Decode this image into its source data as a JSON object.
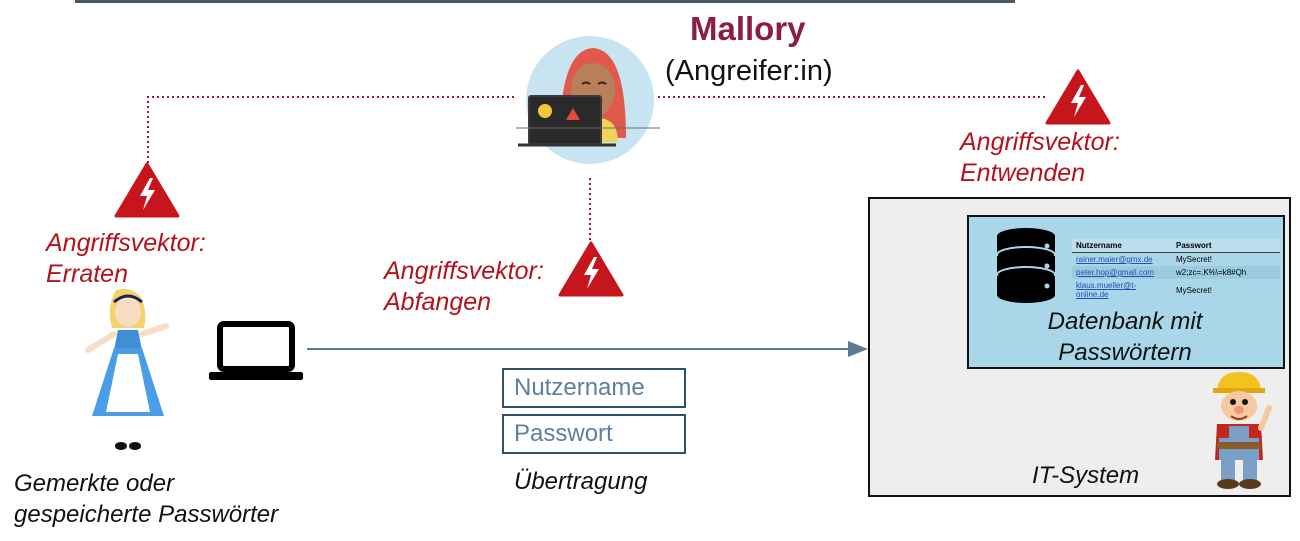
{
  "attacker": {
    "name": "Mallory",
    "role": "(Angreifer:in)"
  },
  "vectors": {
    "guess": {
      "line1": "Angriffsvektor:",
      "line2": "Erraten"
    },
    "intercept": {
      "line1": "Angriffsvektor:",
      "line2": "Abfangen"
    },
    "steal": {
      "line1": "Angriffsvektor:",
      "line2": "Entwenden"
    }
  },
  "user": {
    "line1": "Gemerkte oder",
    "line2": "gespeicherte Passwörter"
  },
  "transmission": {
    "field1": "Nutzername",
    "field2": "Passwort",
    "label": "Übertragung"
  },
  "database": {
    "label_line1": "Datenbank mit",
    "label_line2": "Passwörtern",
    "table": {
      "headers": [
        "Nutzername",
        "Passwort"
      ],
      "rows": [
        [
          "rainer.maier@gmx.de",
          "MySecret!"
        ],
        [
          "peter.hop@gmail.com",
          "w2;zc=.K%\\=k8#Qh"
        ],
        [
          "klaus.mueller@t-online.de",
          "MySecret!"
        ]
      ]
    }
  },
  "it_system": {
    "label": "IT-System"
  },
  "colors": {
    "warning": "#c4161c",
    "vector_text": "#b3141c",
    "mallory": "#8b1f3f",
    "arrow": "#5d7a92",
    "db_fill": "#a9d6e8"
  }
}
